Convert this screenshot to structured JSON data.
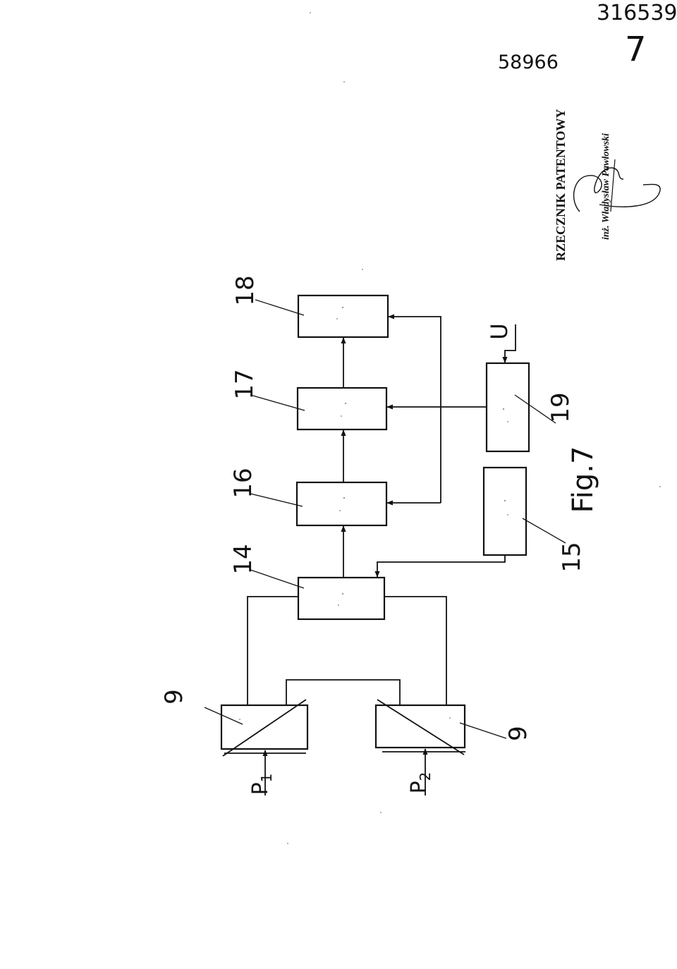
{
  "header": {
    "application_number": "316539",
    "sheet_number": "7",
    "patent_number": "58966"
  },
  "stamp": {
    "title": "RZECZNIK PATENTOWY",
    "name": "inż. Władysław Pawłowski"
  },
  "figure_label": "Fig.7",
  "blocks": [
    {
      "id": "b9a",
      "label": "9"
    },
    {
      "id": "b9b",
      "label": "9"
    },
    {
      "id": "b14",
      "label": "14"
    },
    {
      "id": "b15",
      "label": "15"
    },
    {
      "id": "b16",
      "label": "16"
    },
    {
      "id": "b17",
      "label": "17"
    },
    {
      "id": "b18",
      "label": "18"
    },
    {
      "id": "b19",
      "label": "19"
    }
  ],
  "inputs": {
    "p1": {
      "letter": "P",
      "subscript": "1"
    },
    "p2": {
      "letter": "P",
      "subscript": "2"
    },
    "u": "U"
  }
}
